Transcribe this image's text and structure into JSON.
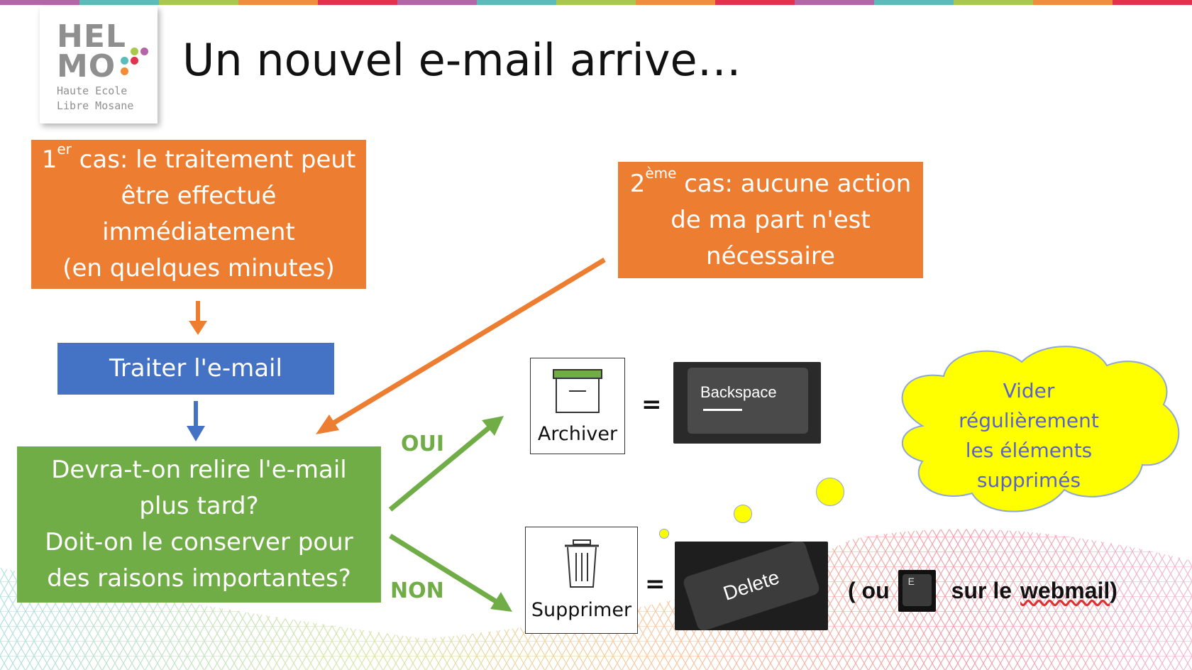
{
  "stripe_colors": [
    "#B565A7",
    "#5BBDB9",
    "#A8C94A",
    "#F28C38",
    "#E0344E",
    "#B565A7",
    "#5BBDB9",
    "#A8C94A",
    "#F28C38",
    "#E0344E",
    "#B565A7",
    "#5BBDB9",
    "#A8C94A",
    "#F28C38",
    "#E0344E"
  ],
  "logo": {
    "line1": "HEL",
    "line2": "MO",
    "sub1": "Haute Ecole",
    "sub2": "Libre Mosane"
  },
  "title": "Un nouvel e-mail arrive…",
  "case1": {
    "num": "1",
    "sup": "er",
    "line1": " cas: le traitement peut",
    "line2": "être effectué",
    "line3": "immédiatement",
    "line4": "(en quelques minutes)"
  },
  "case2": {
    "num": "2",
    "sup": "ème",
    "line1": " cas: aucune action",
    "line2": "de ma part n'est",
    "line3": "nécessaire"
  },
  "treat": "Traiter l'e-mail",
  "question": {
    "line1": "Devra-t-on relire l'e-mail",
    "line2": "plus tard?",
    "line3": "Doit-on le conserver pour",
    "line4": "des raisons importantes?"
  },
  "yes": "OUI",
  "no": "NON",
  "archive": "Archiver",
  "delete": "Supprimer",
  "equals": "=",
  "backspace_key": "Backspace",
  "delete_key": "Delete",
  "e_key": "E",
  "webmail": {
    "open": "( ou",
    "mid": "sur le",
    "link": "webmail",
    "close": ")"
  },
  "cloud": {
    "line1": "Vider",
    "line2": "régulièrement",
    "line3": "les éléments",
    "line4": "supprimés"
  }
}
